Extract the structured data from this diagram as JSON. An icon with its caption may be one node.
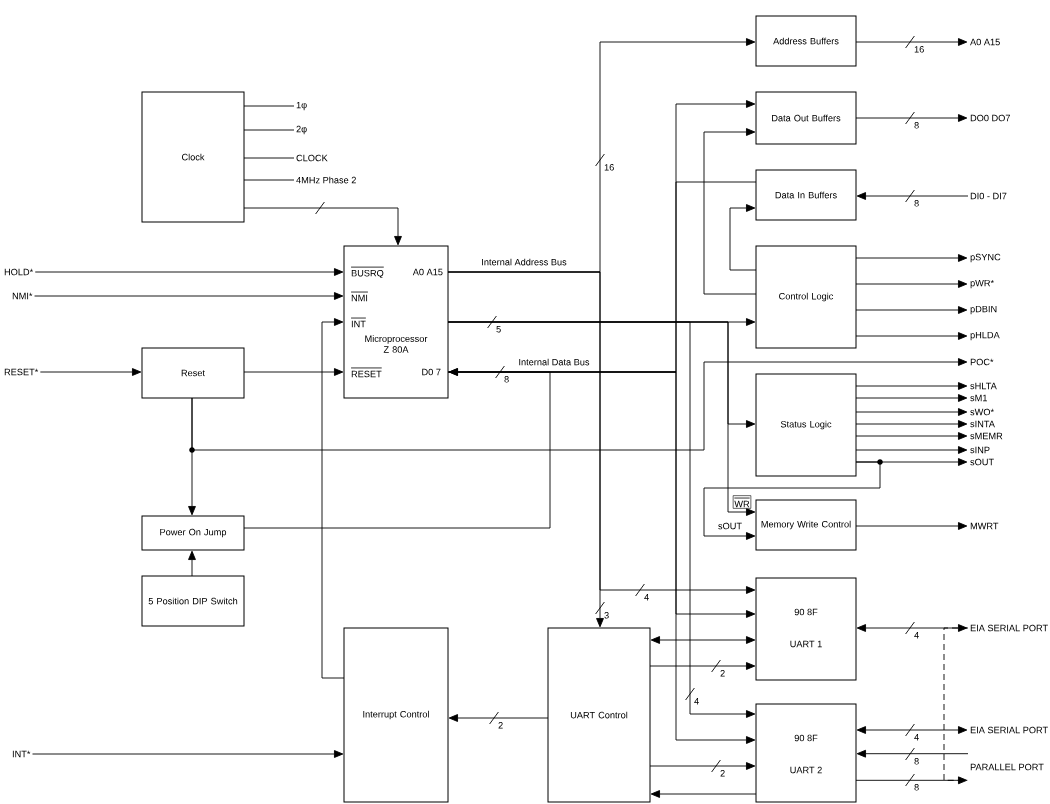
{
  "diagram": {
    "nodes": [
      {
        "text": [
          "Clock"
        ]
      },
      {
        "text": [
          "1φ"
        ]
      },
      {
        "text": [
          "2φ"
        ]
      },
      {
        "text": [
          "CLOCK"
        ]
      },
      {
        "text": [
          "4MHz Phase 2"
        ]
      },
      {
        "text": [
          "HOLD*"
        ]
      },
      {
        "text": [
          "NMI*"
        ]
      },
      {
        "text": [
          "RESET*"
        ]
      },
      {
        "text": [
          "INT*"
        ]
      },
      {
        "text": [
          "BUSRQ",
          "A0 A15",
          "NMI",
          "INT",
          "Microprocessor Z 80A",
          "RESET",
          "D0 7"
        ]
      },
      {
        "text": [
          "Reset"
        ]
      },
      {
        "text": [
          "Power On Jump"
        ]
      },
      {
        "text": [
          "5 Position DIP Switch"
        ]
      },
      {
        "text": [
          "Interrupt Control"
        ]
      },
      {
        "text": [
          "UART Control"
        ]
      },
      {
        "text": [
          "Address Buffers"
        ]
      },
      {
        "text": [
          "Data Out Buffers"
        ]
      },
      {
        "text": [
          "Data In Buffers"
        ]
      },
      {
        "text": [
          "Control Logic"
        ]
      },
      {
        "text": [
          "Status Logic"
        ]
      },
      {
        "text": [
          "Memory Write Control"
        ]
      },
      {
        "text": [
          "90 8F",
          "UART 1"
        ]
      },
      {
        "text": [
          "90 8F",
          "UART 2"
        ]
      },
      {
        "text": [
          "A0 A15"
        ]
      },
      {
        "text": [
          "DO0 DO7"
        ]
      },
      {
        "text": [
          "DI0 - DI7"
        ]
      },
      {
        "text": [
          "pSYNC"
        ]
      },
      {
        "text": [
          "pWR*"
        ]
      },
      {
        "text": [
          "pDBIN"
        ]
      },
      {
        "text": [
          "pHLDA"
        ]
      },
      {
        "text": [
          "POC*"
        ]
      },
      {
        "text": [
          "sHLTA"
        ]
      },
      {
        "text": [
          "sM1"
        ]
      },
      {
        "text": [
          "sWO*"
        ]
      },
      {
        "text": [
          "sINTA"
        ]
      },
      {
        "text": [
          "sMEMR"
        ]
      },
      {
        "text": [
          "sINP"
        ]
      },
      {
        "text": [
          "sOUT"
        ]
      },
      {
        "text": [
          "MWRT"
        ]
      },
      {
        "text": [
          "EIA SERIAL PORT"
        ]
      },
      {
        "text": [
          "EIA SERIAL PORT"
        ]
      },
      {
        "text": [
          "PARALLEL PORT"
        ]
      }
    ],
    "edges": [
      {
        "from": 0,
        "to": 1,
        "arrow": "none"
      },
      {
        "from": 0,
        "to": 2,
        "arrow": "none"
      },
      {
        "from": 0,
        "to": 3,
        "arrow": "none"
      },
      {
        "from": 0,
        "to": 4,
        "arrow": "none"
      },
      {
        "from": 0,
        "to": 9,
        "arrow": "to"
      },
      {
        "from": 5,
        "to": 9,
        "arrow": "to"
      },
      {
        "from": 6,
        "to": 9,
        "arrow": "to"
      },
      {
        "from": 7,
        "to": 10,
        "arrow": "to"
      },
      {
        "from": 10,
        "to": 9,
        "arrow": "to"
      },
      {
        "from": 10,
        "to": 11,
        "arrow": "to"
      },
      {
        "from": 10,
        "to": 30,
        "arrow": "to"
      },
      {
        "from": 12,
        "to": 11,
        "arrow": "to"
      },
      {
        "from": 8,
        "to": 13,
        "arrow": "to"
      },
      {
        "from": 13,
        "to": 9,
        "arrow": "to"
      },
      {
        "from": 11,
        "to": 9,
        "arrow": "to"
      },
      {
        "from": 9,
        "to": 15,
        "arrow": "to",
        "label": "Internal Address Bus"
      },
      {
        "from": 9,
        "to": 16,
        "arrow": "to",
        "label": "Internal Data Bus"
      },
      {
        "from": 17,
        "to": 9,
        "arrow": "to"
      },
      {
        "from": 9,
        "to": 18,
        "arrow": "to"
      },
      {
        "from": 9,
        "to": 19,
        "arrow": "to"
      },
      {
        "from": 9,
        "to": 20,
        "arrow": "to",
        "label": "WR"
      },
      {
        "from": 19,
        "to": 20,
        "arrow": "to",
        "label": "sOUT"
      },
      {
        "from": 18,
        "to": 16,
        "arrow": "to"
      },
      {
        "from": 18,
        "to": 17,
        "arrow": "to"
      },
      {
        "from": 18,
        "to": 26,
        "arrow": "to"
      },
      {
        "from": 18,
        "to": 27,
        "arrow": "to"
      },
      {
        "from": 18,
        "to": 28,
        "arrow": "to"
      },
      {
        "from": 18,
        "to": 29,
        "arrow": "to"
      },
      {
        "from": 19,
        "to": 31,
        "arrow": "to"
      },
      {
        "from": 19,
        "to": 32,
        "arrow": "to"
      },
      {
        "from": 19,
        "to": 33,
        "arrow": "to"
      },
      {
        "from": 19,
        "to": 34,
        "arrow": "to"
      },
      {
        "from": 19,
        "to": 35,
        "arrow": "to"
      },
      {
        "from": 19,
        "to": 36,
        "arrow": "to"
      },
      {
        "from": 19,
        "to": 37,
        "arrow": "to"
      },
      {
        "from": 20,
        "to": 38,
        "arrow": "to"
      },
      {
        "from": 15,
        "to": 23,
        "arrow": "to"
      },
      {
        "from": 16,
        "to": 24,
        "arrow": "to"
      },
      {
        "from": 25,
        "to": 17,
        "arrow": "to"
      },
      {
        "from": 9,
        "to": 21,
        "arrow": "to"
      },
      {
        "from": 9,
        "to": 14,
        "arrow": "to"
      },
      {
        "from": 9,
        "to": 21,
        "arrow": "to"
      },
      {
        "from": 9,
        "to": 22,
        "arrow": "to"
      },
      {
        "from": 9,
        "to": 22,
        "arrow": "to"
      },
      {
        "from": 14,
        "to": 21,
        "arrow": "both"
      },
      {
        "from": 14,
        "to": 21,
        "arrow": "to"
      },
      {
        "from": 14,
        "to": 22,
        "arrow": "to"
      },
      {
        "from": 22,
        "to": 14,
        "arrow": "to"
      },
      {
        "from": 21,
        "to": 39,
        "arrow": "both"
      },
      {
        "from": 22,
        "to": 40,
        "arrow": "both"
      },
      {
        "from": 41,
        "to": 22,
        "arrow": "to"
      },
      {
        "from": 22,
        "to": 41,
        "arrow": "to"
      },
      {
        "from": 14,
        "to": 13,
        "arrow": "to"
      },
      {
        "from": 39,
        "to": 41,
        "arrow": "none",
        "style": "dashed"
      }
    ],
    "labels": [
      "16",
      "8",
      "16",
      "8",
      "5",
      "8",
      "4",
      "3",
      "4",
      "2",
      "4",
      "2",
      "4",
      "8",
      "2",
      "8"
    ]
  }
}
